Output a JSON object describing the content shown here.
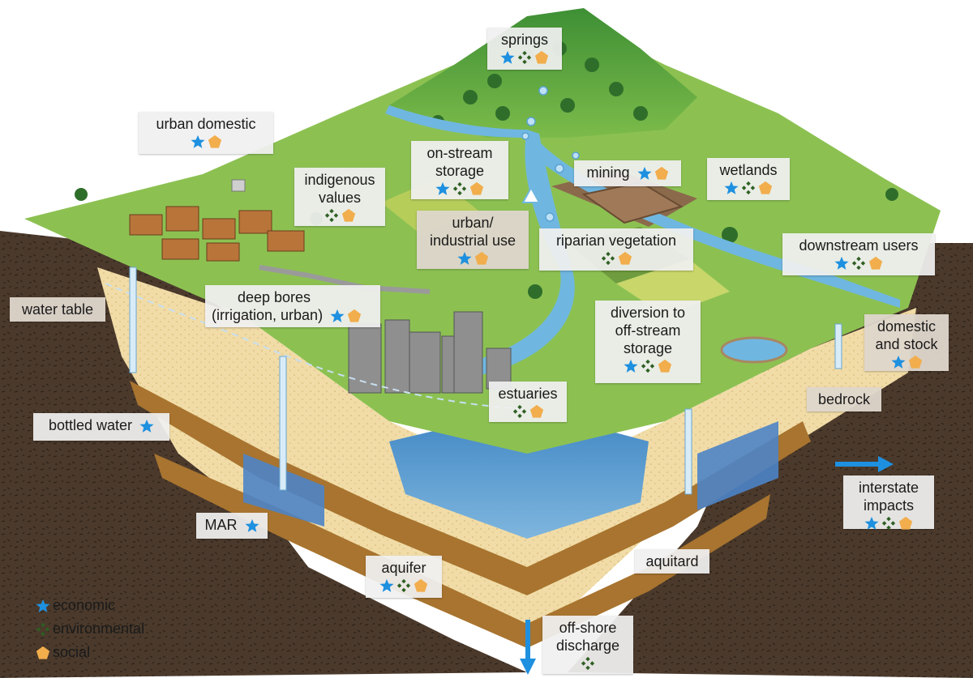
{
  "labels": {
    "springs": "springs",
    "urban_domestic": "urban domestic",
    "on_stream_storage_1": "on-stream",
    "on_stream_storage_2": "storage",
    "indigenous_1": "indigenous",
    "indigenous_2": "values",
    "mining": "mining",
    "wetlands": "wetlands",
    "urban_industrial_1": "urban/",
    "urban_industrial_2": "industrial use",
    "riparian": "riparian vegetation",
    "downstream": "downstream users",
    "deep_bores_1": "deep bores",
    "deep_bores_2": "(irrigation, urban)",
    "water_table": "water table",
    "diversion_1": "diversion to",
    "diversion_2": "off-stream",
    "diversion_3": "storage",
    "domestic_stock_1": "domestic",
    "domestic_stock_2": "and stock",
    "bedrock": "bedrock",
    "estuaries": "estuaries",
    "bottled_water": "bottled water",
    "interstate_1": "interstate",
    "interstate_2": "impacts",
    "mar": "MAR",
    "aquitard": "aquitard",
    "aquifer": "aquifer",
    "offshore_1": "off-shore",
    "offshore_2": "discharge"
  },
  "legend": {
    "economic": "economic",
    "environmental": "environmental",
    "social": "social"
  },
  "colors": {
    "economic": "#1e90e0",
    "environmental": "#2e5e23",
    "social": "#f2ad4c",
    "grass": "#8cc152",
    "forest": "#2f7a2f",
    "river": "#6fb7e0",
    "sea": "#3f86c4",
    "sand": "#f1dca7",
    "clay": "#a8742f",
    "bedrock": "#4b3a2c"
  },
  "icons": [
    "star-icon",
    "diamond-cluster-icon",
    "pentagon-icon"
  ]
}
